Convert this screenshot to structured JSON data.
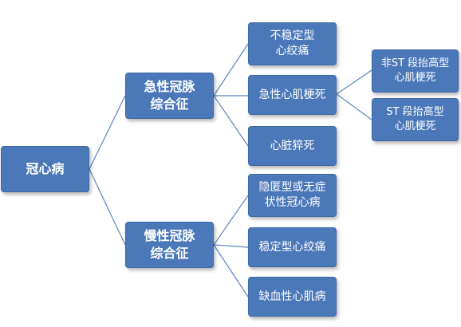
{
  "diagram": {
    "colors": {
      "node_fill": "#4a78b8",
      "connector": "#5b86c4"
    },
    "root": {
      "label": "冠心病"
    },
    "branches": [
      {
        "label": "急性冠脉\n综合征"
      },
      {
        "label": "慢性冠脉\n综合征"
      }
    ],
    "acute_children": [
      {
        "label": "不稳定型\n心绞痛"
      },
      {
        "label": "急性心肌梗死"
      },
      {
        "label": "心脏猝死"
      }
    ],
    "chronic_children": [
      {
        "label": "隐匿型或无症\n状性冠心病"
      },
      {
        "label": "稳定型心绞痛"
      },
      {
        "label": "缺血性心肌病"
      }
    ],
    "mi_children": [
      {
        "label": "非ST 段抬高型\n心肌梗死"
      },
      {
        "label": "ST 段抬高型\n心肌梗死"
      }
    ]
  }
}
